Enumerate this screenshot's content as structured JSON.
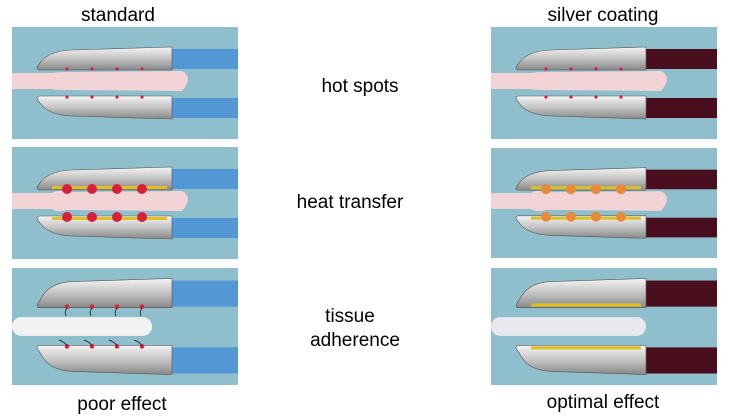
{
  "columns": {
    "left": "standard",
    "right": "silver coating"
  },
  "rows": [
    {
      "label": "hot spots"
    },
    {
      "label": "heat transfer"
    },
    {
      "label_line1": "tissue",
      "label_line2": "adherence"
    }
  ],
  "results": {
    "left": "poor effect",
    "right": "optimal effect"
  },
  "colors": {
    "background": "#8fbfcc",
    "standard_handle": "#4a8fd6",
    "silver_handle": "#4a0f1f",
    "tissue": "#f2d4d6",
    "hotspot": "#d8203a",
    "coating": "#e0c020"
  }
}
